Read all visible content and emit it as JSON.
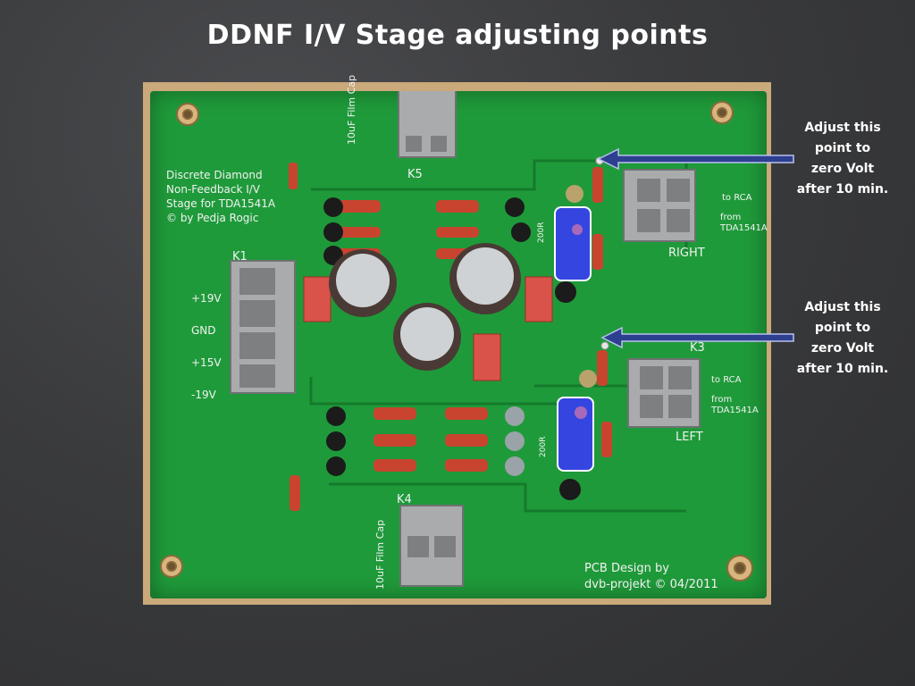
{
  "slide": {
    "title": "DDNF I/V Stage adjusting points"
  },
  "board": {
    "description_lines": [
      "Discrete Diamond",
      "Non-Feedback I/V",
      "Stage for TDA1541A",
      "© by Pedja Rogic"
    ],
    "k1_label": "K1",
    "k1_pins": [
      "+19V",
      "GND",
      "+15V",
      "-19V"
    ],
    "k5_label": "K5",
    "k4_label": "K4",
    "k3_label": "K3",
    "film_cap_top": "10uF Film Cap",
    "film_cap_bottom": "10uF Film Cap",
    "right_to": "to RCA",
    "right_from": "from",
    "right_src": "TDA1541A",
    "right_label": "RIGHT",
    "left_to": "to RCA",
    "left_from": "from",
    "left_src": "TDA1541A",
    "left_label": "LEFT",
    "trimmer_value": "200R",
    "pcb_credit_1": "PCB Design by",
    "pcb_credit_2": "dvb-projekt © 04/2011"
  },
  "annotations": [
    {
      "lines": [
        "Adjust this",
        "point to",
        "zero Volt",
        "after 10 min."
      ]
    },
    {
      "lines": [
        "Adjust this",
        "point to",
        "zero Volt",
        "after 10 min."
      ]
    }
  ],
  "colors": {
    "background": "#3a3b3d",
    "pcb": "#1f9a3a",
    "arrow": "#2d3f8f",
    "trimmer": "#2f3fd8"
  }
}
